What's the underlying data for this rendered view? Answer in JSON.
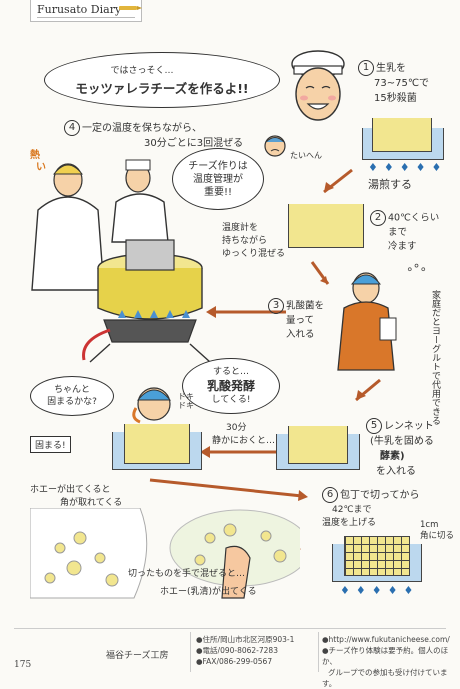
{
  "header": {
    "tab": "Furusato Diary"
  },
  "title": {
    "small": "ではさっそく…",
    "main": "モッツァレラチーズを作るよ!!"
  },
  "steps": {
    "s1": {
      "num": "1",
      "text": [
        "生乳を",
        "73~75℃で",
        "15秒殺菌"
      ],
      "caption": "湯煎する"
    },
    "s2": {
      "num": "2",
      "text": [
        "40℃くらい",
        "まで",
        "冷ます"
      ]
    },
    "s3": {
      "num": "3",
      "text": [
        "乳酸菌を",
        "量って",
        "入れる"
      ],
      "side_note": "家庭だとヨーグルトで代用できる"
    },
    "s4": {
      "num": "4",
      "text": "一定の温度を保ちながら、",
      "text2": "30分ごとに3回混ぜる",
      "exclaim": "たいへん",
      "bubble": [
        "チーズ作りは",
        "温度管理が",
        "重要!!"
      ],
      "note": [
        "温度計を",
        "持ちながら",
        "ゆっくり混ぜる"
      ],
      "hot": [
        "熱",
        "い"
      ]
    },
    "s5": {
      "num": "5",
      "text": "レンネット",
      "sub": [
        "(牛乳を固める",
        "酵素)"
      ],
      "tail": "を入れる"
    },
    "s6": {
      "num": "6",
      "text": "包丁で切ってから",
      "temp": [
        "42℃まで",
        "温度を上げる"
      ],
      "cut": [
        "1cm",
        "角に切る"
      ]
    }
  },
  "middle": {
    "lactic_small": "すると…",
    "lactic_main": [
      "乳酸発酵",
      "してくる!"
    ],
    "question": [
      "ちゃんと",
      "固まるかな?"
    ],
    "doki": "ドキドキ",
    "set_label": "固まる!",
    "wait": [
      "30分",
      "静かにおくと…"
    ]
  },
  "bottom": {
    "whey_note": [
      "ホエーが出てくると",
      "角が取れてくる"
    ],
    "mix_note": "切ったものを手で混ぜると…",
    "whey_out": "ホエー(乳清)が出てくる"
  },
  "footer": {
    "page": "175",
    "company": "福谷チーズ工房",
    "address": "●住所/岡山市北区河原903-1",
    "tel": "●電話/090-8062-7283",
    "fax": "●FAX/086-299-0567",
    "url": "●http://www.fukutanicheese.com/",
    "note1": "●チーズ作り体験は要予約。個人のほか、",
    "note2": "グループでの参加も受け付けています。"
  }
}
